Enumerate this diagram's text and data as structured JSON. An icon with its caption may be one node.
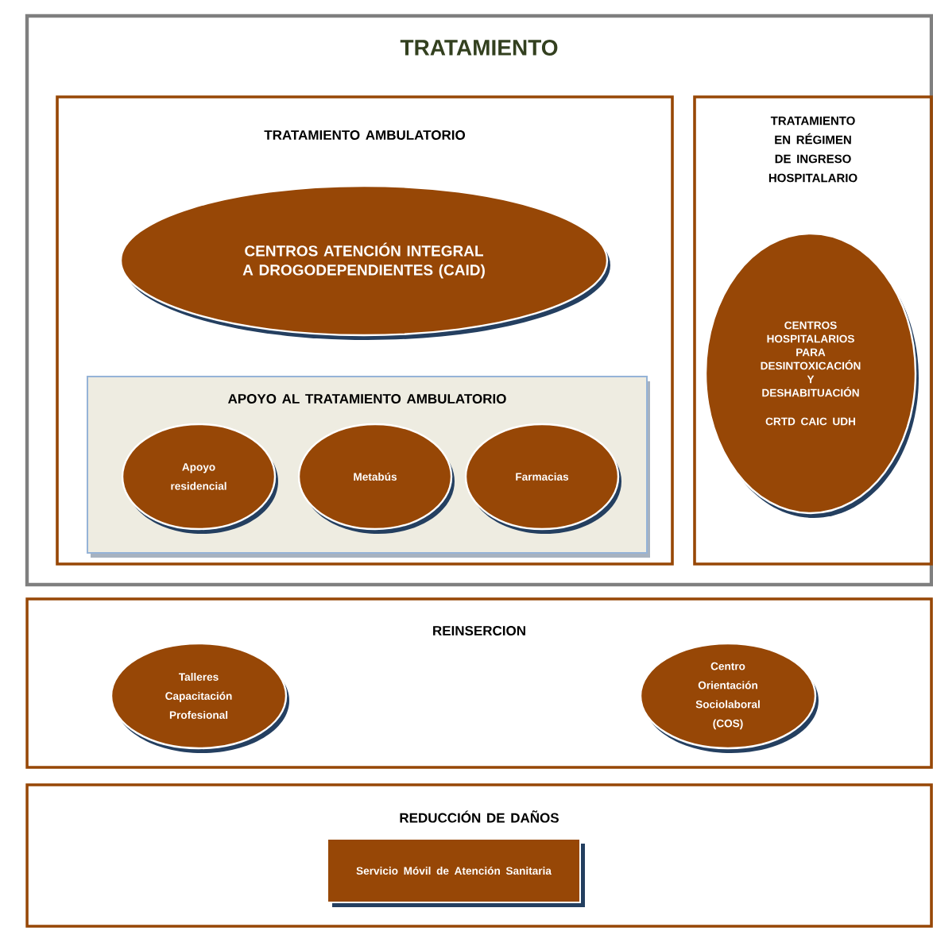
{
  "diagram": {
    "nodes": [
      {
        "text": [
          "TRATAMIENTO"
        ]
      },
      {
        "text": [
          "TRATAMIENTO AMBULATORIO"
        ],
        "in": 0
      },
      {
        "text": [
          "CENTROS ATENCIÓN INTEGRAL A DROGODEPENDIENTES (CAID)"
        ],
        "in": 1
      },
      {
        "text": [
          "APOYO AL TRATAMIENTO AMBULATORIO"
        ],
        "in": 1
      },
      {
        "text": [
          "Apoyo residencial"
        ],
        "in": 3
      },
      {
        "text": [
          "Metabús"
        ],
        "in": 3
      },
      {
        "text": [
          "Farmacias"
        ],
        "in": 3
      },
      {
        "text": [
          "TRATAMIENTO EN RÉGIMEN DE INGRESO HOSPITALARIO"
        ],
        "in": 0
      },
      {
        "text": [
          "CENTROS HOSPITALARIOS PARA DESINTOXICACIÓN Y DESHABITUACIÓN",
          "CRTD CAIC UDH"
        ],
        "in": 7
      },
      {
        "text": [
          "REINSERCION"
        ]
      },
      {
        "text": [
          "Talleres Capacitación Profesional"
        ],
        "in": 9
      },
      {
        "text": [
          "Centro Orientación Sociolaboral (COS)"
        ],
        "in": 9
      },
      {
        "text": [
          "REDUCCIÓN DE DAÑOS"
        ]
      },
      {
        "text": [
          "Servicio Móvil de Atención Sanitaria"
        ],
        "in": 12
      }
    ],
    "edges": []
  }
}
